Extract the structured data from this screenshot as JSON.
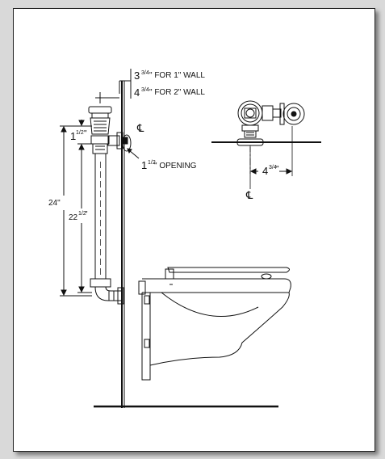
{
  "diagram": {
    "wall_note_1_whole": "3",
    "wall_note_1_frac": "3/4",
    "wall_note_1_text": "\" FOR 1\" WALL",
    "wall_note_2_whole": "4",
    "wall_note_2_frac": "3/4",
    "wall_note_2_text": "\" FOR 2\" WALL",
    "opening_whole": "1",
    "opening_frac": "1/2",
    "opening_text": "\" OPENING",
    "dim_1_5_whole": "1",
    "dim_1_5_frac": "1/2",
    "dim_1_5_unit": "\"",
    "dim_24": "24\"",
    "dim_22_5_whole": "22",
    "dim_22_5_frac": "1/2",
    "dim_22_5_unit": "\"",
    "dim_4_75_whole": "4",
    "dim_4_75_frac": "3/4",
    "dim_4_75_unit": "\"",
    "centerline_symbol": "℄"
  }
}
